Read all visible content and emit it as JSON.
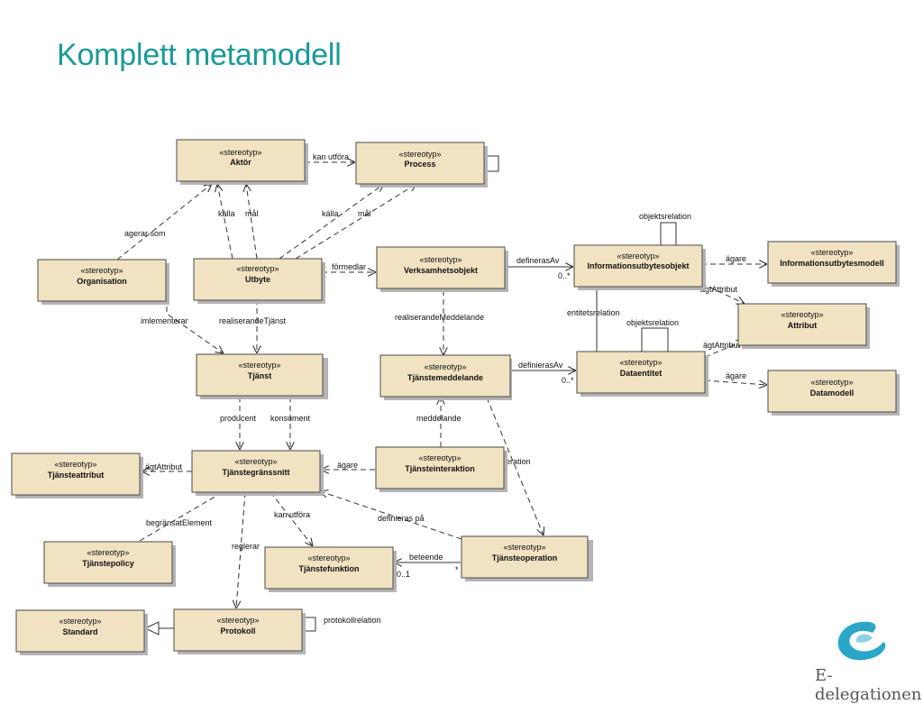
{
  "title": "Komplett metamodell",
  "stereotype": "«stereotyp»",
  "classes": {
    "aktor": "Aktör",
    "process": "Process",
    "organisation": "Organisation",
    "utbyte": "Utbyte",
    "verksamhetsobjekt": "Verksamhetsobjekt",
    "informationsutbytesobjekt": "Informationsutbytesobjekt",
    "informationsutbytesmodell": "Informationsutbytesmodell",
    "attribut": "Attribut",
    "dataentitet": "Dataentitet",
    "datamodell": "Datamodell",
    "tjanst": "Tjänst",
    "tjanstemeddelande": "Tjänstemeddelande",
    "tjansteattribut": "Tjänsteattribut",
    "tjanstegranssnitt": "Tjänstegränssnitt",
    "tjansteinteraktion": "Tjänsteinteraktion",
    "tjanstepolicy": "Tjänstepolicy",
    "tjanstefunktion": "Tjänstefunktion",
    "tjansteoperation": "Tjänsteoperation",
    "standard": "Standard",
    "protokoll": "Protokoll"
  },
  "relations": {
    "kan_utfora_1": "kan utföra",
    "kalla_1": "källa",
    "mal_1": "mål",
    "kalla_2": "källa",
    "mal_2": "mål",
    "agerar_som": "agerar som",
    "formedlar": "förmedlar",
    "definerasAv_1": "definerasAv",
    "mult_0n_1": "0..*",
    "objektsrelation_1": "objektsrelation",
    "agare_1": "ägare",
    "agtAttribut_1": "ägtAttribut",
    "entitetsrelation": "entitetsrelation",
    "objektsrelation_2": "objektsrelation",
    "agtAttribut_2": "ägtAttribut",
    "definierasAv_2": "definierasAv",
    "mult_0n_2": "0..*",
    "agare_2": "ägare",
    "imlementerar": "imlementerar",
    "realiserandeTjanst": "realiserandeTjänst",
    "realiserandeMeddelande": "realiserandeMeddelande",
    "producent": "producent",
    "konsument": "konsument",
    "meddelande": "meddelande",
    "agtAttribut_3": "ägtAttribut",
    "agare_3": "ägare",
    "operation": "operation",
    "kan_utfora_2": "kan utföra",
    "begransatElement": "begränsatElement",
    "definieras_pa": "definieras på",
    "reglerar": "reglerar",
    "beteende": "beteende",
    "mult_01": "0..1",
    "mult_star": "*",
    "protokollrelation": "protokollrelation"
  },
  "logo": {
    "text": "E-delegationen",
    "colors": [
      "#2aa6c8",
      "#8fd0e3"
    ]
  },
  "colors": {
    "title": "#1a9a96",
    "box_fill": "#f1e2c2",
    "box_border": "#4a4a4a"
  }
}
